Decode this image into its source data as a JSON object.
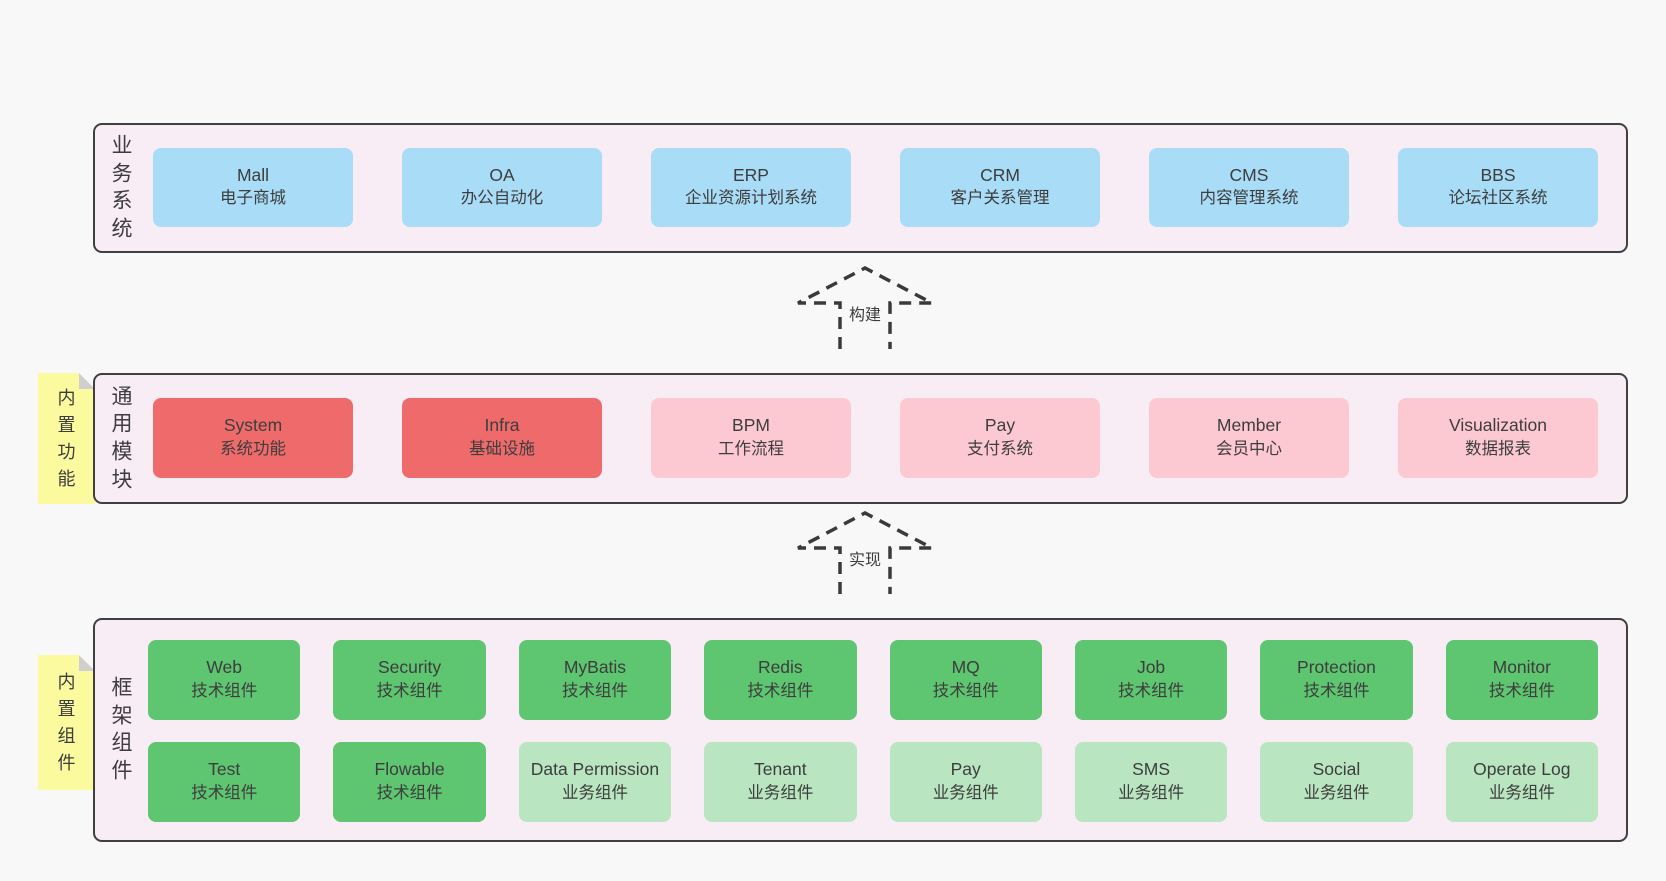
{
  "theme": {
    "page_bg": "#f8f8f8",
    "container_bg": "#f8ecf5",
    "container_border": "#404040",
    "text": "#3d3d3d",
    "blue": "#a8dcf7",
    "red": "#ef6a6b",
    "pink": "#fcc9d2",
    "green": "#5ec570",
    "lightgreen": "#b9e5c0",
    "note_bg": "#fbfa9e",
    "note_fold": "#cfcfcf",
    "arrow": "#3a3a3a"
  },
  "arrows": [
    {
      "label": "构建"
    },
    {
      "label": "实现"
    }
  ],
  "layers": [
    {
      "label": "业务系统",
      "boxes": [
        {
          "title": "Mall",
          "subtitle": "电子商城",
          "color": "blue"
        },
        {
          "title": "OA",
          "subtitle": "办公自动化",
          "color": "blue"
        },
        {
          "title": "ERP",
          "subtitle": "企业资源计划系统",
          "color": "blue"
        },
        {
          "title": "CRM",
          "subtitle": "客户关系管理",
          "color": "blue"
        },
        {
          "title": "CMS",
          "subtitle": "内容管理系统",
          "color": "blue"
        },
        {
          "title": "BBS",
          "subtitle": "论坛社区系统",
          "color": "blue"
        }
      ]
    },
    {
      "label": "通用模块",
      "note": "内置功能",
      "boxes": [
        {
          "title": "System",
          "subtitle": "系统功能",
          "color": "red"
        },
        {
          "title": "Infra",
          "subtitle": "基础设施",
          "color": "red"
        },
        {
          "title": "BPM",
          "subtitle": "工作流程",
          "color": "pink"
        },
        {
          "title": "Pay",
          "subtitle": "支付系统",
          "color": "pink"
        },
        {
          "title": "Member",
          "subtitle": "会员中心",
          "color": "pink"
        },
        {
          "title": "Visualization",
          "subtitle": "数据报表",
          "color": "pink"
        }
      ]
    },
    {
      "label": "框架组件",
      "note": "内置组件",
      "boxes": [
        {
          "title": "Web",
          "subtitle": "技术组件",
          "color": "green"
        },
        {
          "title": "Security",
          "subtitle": "技术组件",
          "color": "green"
        },
        {
          "title": "MyBatis",
          "subtitle": "技术组件",
          "color": "green"
        },
        {
          "title": "Redis",
          "subtitle": "技术组件",
          "color": "green"
        },
        {
          "title": "MQ",
          "subtitle": "技术组件",
          "color": "green"
        },
        {
          "title": "Job",
          "subtitle": "技术组件",
          "color": "green"
        },
        {
          "title": "Protection",
          "subtitle": "技术组件",
          "color": "green"
        },
        {
          "title": "Monitor",
          "subtitle": "技术组件",
          "color": "green"
        },
        {
          "title": "Test",
          "subtitle": "技术组件",
          "color": "green"
        },
        {
          "title": "Flowable",
          "subtitle": "技术组件",
          "color": "green"
        },
        {
          "title": "Data Permission",
          "subtitle": "业务组件",
          "color": "lightgreen"
        },
        {
          "title": "Tenant",
          "subtitle": "业务组件",
          "color": "lightgreen"
        },
        {
          "title": "Pay",
          "subtitle": "业务组件",
          "color": "lightgreen"
        },
        {
          "title": "SMS",
          "subtitle": "业务组件",
          "color": "lightgreen"
        },
        {
          "title": "Social",
          "subtitle": "业务组件",
          "color": "lightgreen"
        },
        {
          "title": "Operate Log",
          "subtitle": "业务组件",
          "color": "lightgreen"
        }
      ]
    }
  ]
}
